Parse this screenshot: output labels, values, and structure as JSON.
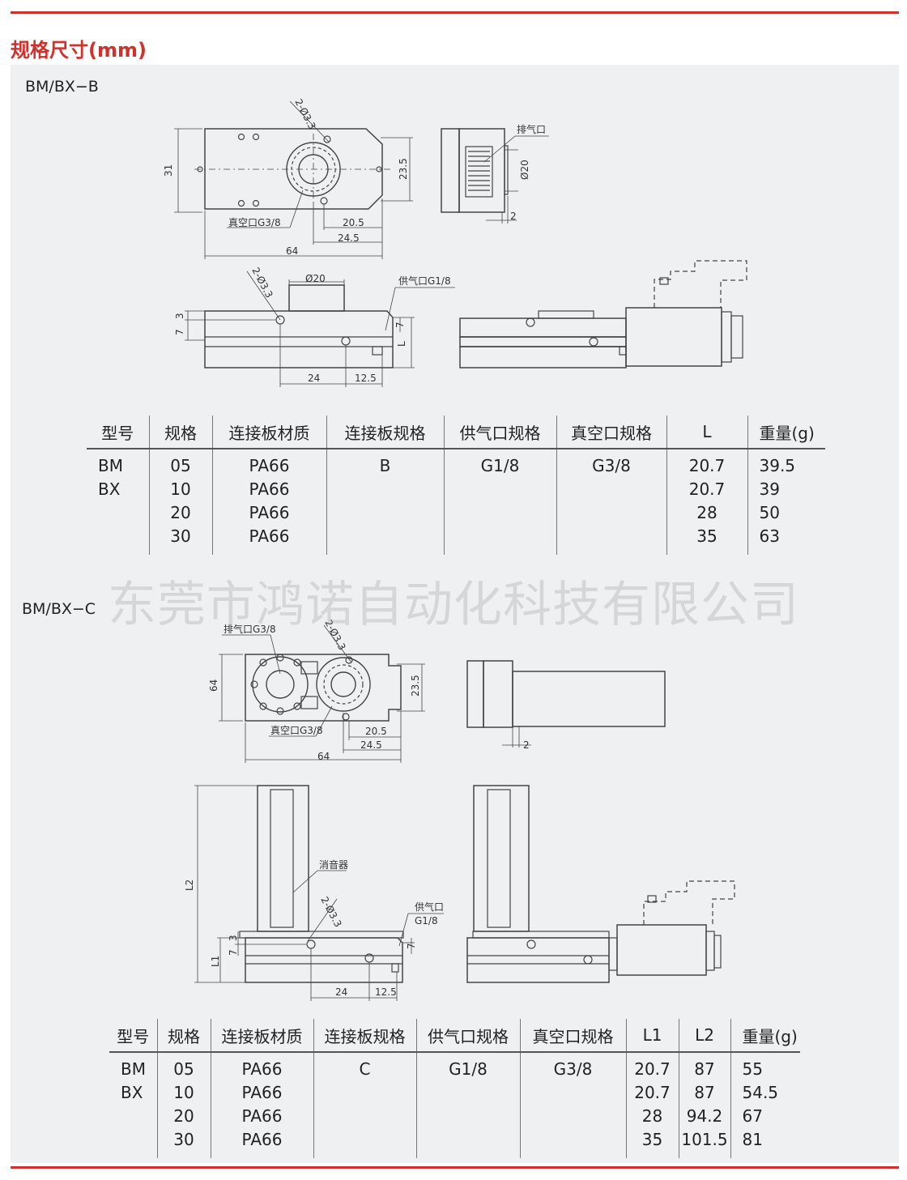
{
  "section_title": "规格尺寸(mm)",
  "watermark": "东莞市鸿诺自动化科技有限公司",
  "variant_b": {
    "label": "BM/BX−B",
    "drawing_labels": {
      "holes": "2-Ø3.3",
      "exhaust": "排气口",
      "dia20": "Ø20",
      "vac_port": "真空口G3/8",
      "supply_port": "供气口G1/8",
      "d31": "31",
      "d23_5": "23.5",
      "d20_5": "20.5",
      "d24_5": "24.5",
      "d64": "64",
      "d2": "2",
      "d7": "7",
      "d3": "3",
      "dL": "L",
      "d24": "24",
      "d12_5": "12.5"
    },
    "table": {
      "headers": [
        "型号",
        "规格",
        "连接板材质",
        "连接板规格",
        "供气口规格",
        "真空口规格",
        "L",
        "重量(g)"
      ],
      "rows": [
        [
          "BM",
          "05",
          "PA66",
          "B",
          "G1/8",
          "G3/8",
          "20.7",
          "39.5"
        ],
        [
          "BX",
          "10",
          "PA66",
          "",
          "",
          "",
          "20.7",
          "39"
        ],
        [
          "",
          "20",
          "PA66",
          "",
          "",
          "",
          "28",
          "50"
        ],
        [
          "",
          "30",
          "PA66",
          "",
          "",
          "",
          "35",
          "63"
        ]
      ]
    }
  },
  "variant_c": {
    "label": "BM/BX−C",
    "drawing_labels": {
      "exhaust_port": "排气口G3/8",
      "holes": "2-Ø3.3",
      "vac_port": "真空口G3/8",
      "muffler": "消音器",
      "supply": "供气口",
      "supply_spec": "G1/8",
      "d64v": "64",
      "d23_5": "23.5",
      "d20_5": "20.5",
      "d24_5": "24.5",
      "d64": "64",
      "d2": "2",
      "dL2": "L2",
      "dL1": "L1",
      "d7": "7",
      "d3": "3",
      "d24": "24",
      "d12_5": "12.5"
    },
    "table": {
      "headers": [
        "型号",
        "规格",
        "连接板材质",
        "连接板规格",
        "供气口规格",
        "真空口规格",
        "L1",
        "L2",
        "重量(g)"
      ],
      "rows": [
        [
          "BM",
          "05",
          "PA66",
          "C",
          "G1/8",
          "G3/8",
          "20.7",
          "87",
          "55"
        ],
        [
          "BX",
          "10",
          "PA66",
          "",
          "",
          "",
          "20.7",
          "87",
          "54.5"
        ],
        [
          "",
          "20",
          "PA66",
          "",
          "",
          "",
          "28",
          "94.2",
          "67"
        ],
        [
          "",
          "30",
          "PA66",
          "",
          "",
          "",
          "35",
          "101.5",
          "81"
        ]
      ]
    }
  }
}
